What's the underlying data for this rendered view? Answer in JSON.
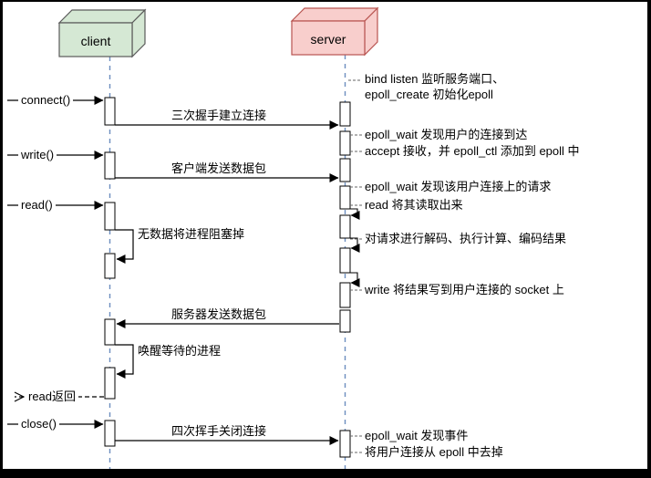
{
  "nodes": {
    "client": "client",
    "server": "server"
  },
  "left_messages": {
    "connect": "connect()",
    "write": "write()",
    "read": "read()",
    "read_return": "read返回",
    "close": "close()"
  },
  "messages": {
    "handshake": "三次握手建立连接",
    "client_send": "客户端发送数据包",
    "server_send": "服务器发送数据包",
    "close_wave": "四次挥手关闭连接"
  },
  "client_notes": {
    "block": "无数据将进程阻塞掉",
    "wakeup": "唤醒等待的进程"
  },
  "server_notes": {
    "bind_listen": "bind listen 监听服务端口、",
    "epoll_create": "epoll_create 初始化epoll",
    "epoll_wait_conn": "epoll_wait 发现用户的连接到达",
    "accept": "accept 接收，并 epoll_ctl 添加到 epoll 中",
    "epoll_wait_req": "epoll_wait 发现该用户连接上的请求",
    "read_out": "read 将其读取出来",
    "decode": "对请求进行解码、执行计算、编码结果",
    "write_result": "write 将结果写到用户连接的 socket 上",
    "epoll_wait_event": "epoll_wait 发现事件",
    "remove": "将用户连接从 epoll 中去掉"
  },
  "colors": {
    "client_fill": "#d5e8d4",
    "client_border": "#5a5a5a",
    "server_fill": "#f8cecc",
    "server_border": "#b85450",
    "lifeline": "#6c8ebf",
    "line": "#000000"
  }
}
